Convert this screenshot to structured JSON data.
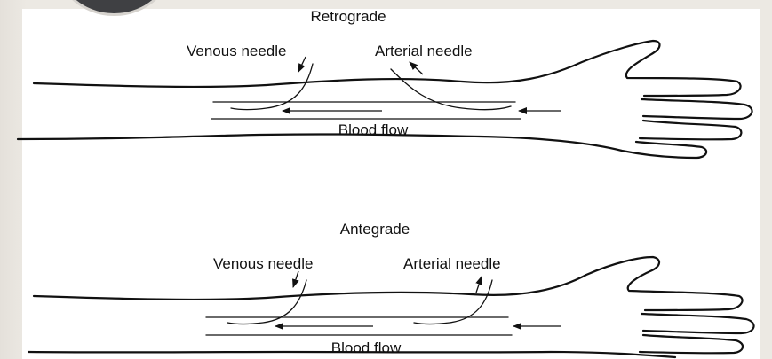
{
  "colors": {
    "background": "#ece9e3",
    "panel": "#ffffff",
    "ink": "#111111",
    "corner_shape": "#3f4043"
  },
  "diagrams": [
    {
      "title": "Retrograde",
      "venous_label": "Venous needle",
      "arterial_label": "Arterial needle",
      "flow_label": "Blood flow"
    },
    {
      "title": "Antegrade",
      "venous_label": "Venous needle",
      "arterial_label": "Arterial needle",
      "flow_label": "Blood flow"
    }
  ]
}
